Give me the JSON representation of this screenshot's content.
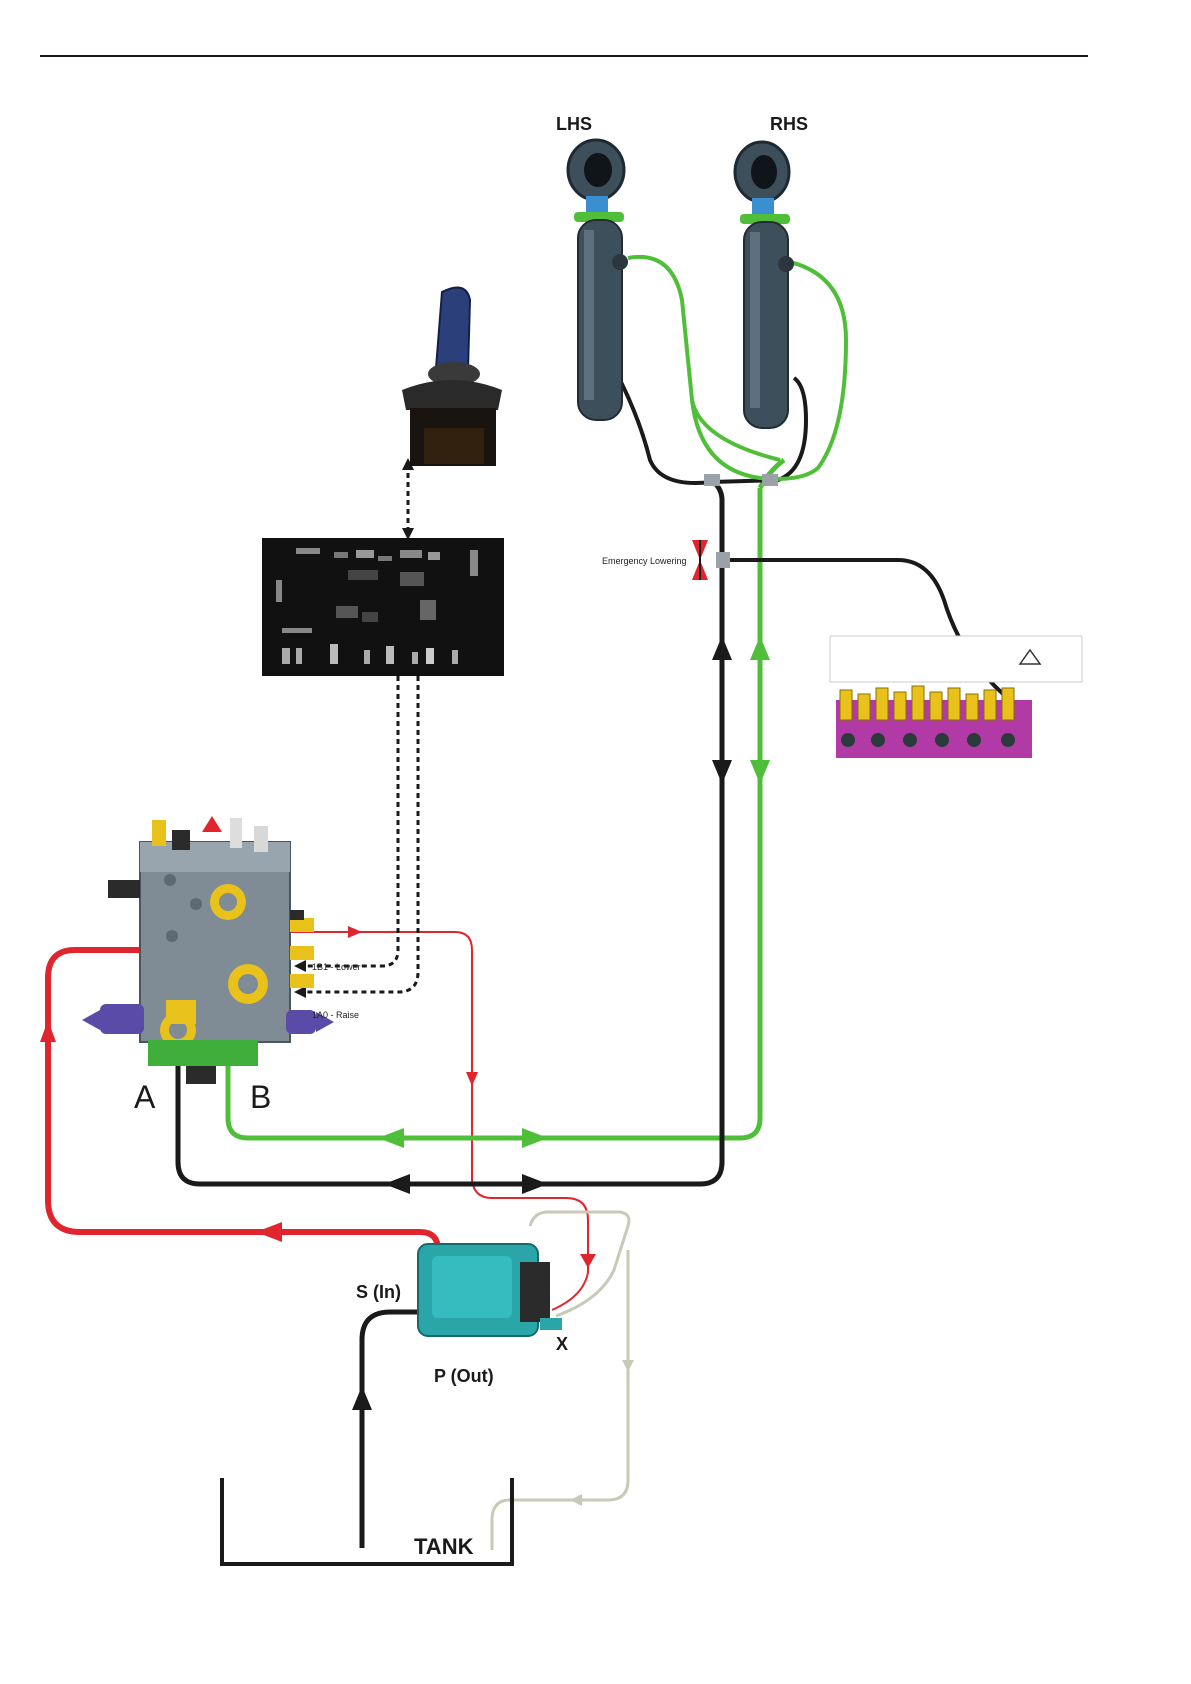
{
  "diagram": {
    "labels": {
      "lhs": "LHS",
      "rhs": "RHS",
      "emergency_lowering": "Emergency Lowering",
      "port_a": "A",
      "port_b": "B",
      "lower": "1B1 - Lower",
      "raise": "1A0 - Raise",
      "suction": "S (In)",
      "pressure": "P (Out)",
      "drain": "X",
      "tank": "TANK"
    },
    "colors": {
      "pressure_line": "#e0252e",
      "line_b": "#4fbf3a",
      "line_a": "#1a1a1a",
      "drain_line": "#c9c9b8",
      "pump": "#2aa6a8",
      "manifold": "#b23aa6",
      "fitting": "#e8c21a",
      "valve_block": "#7f8c96",
      "cylinder": "#3e4f5c",
      "controller": "#111111"
    }
  }
}
